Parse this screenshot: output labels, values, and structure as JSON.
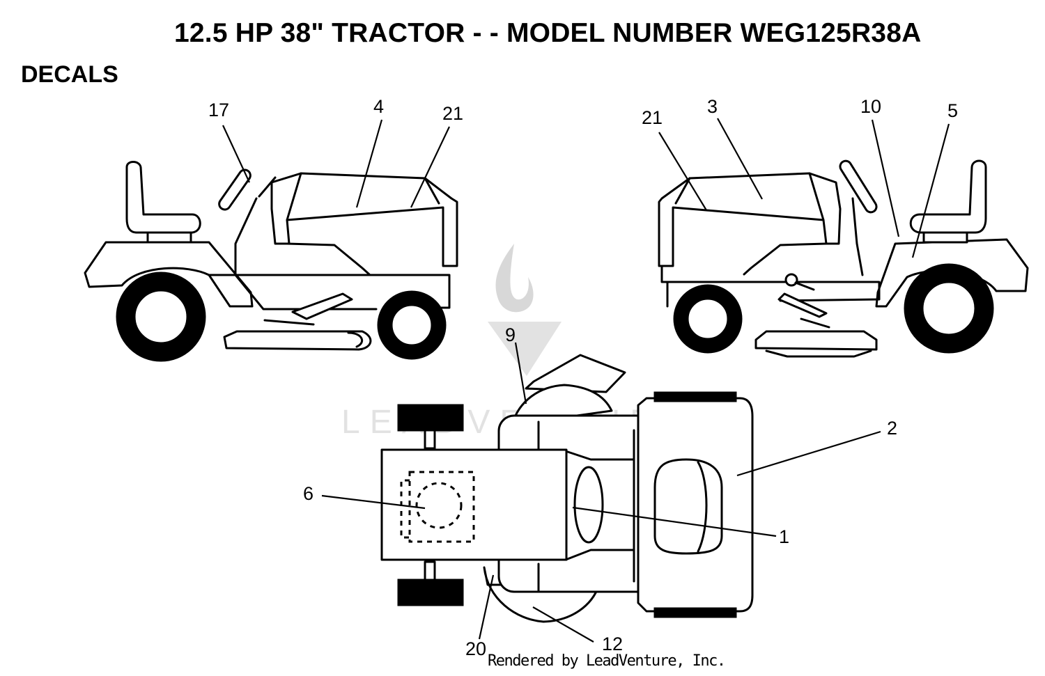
{
  "header": {
    "title": "12.5 HP 38\" TRACTOR - - MODEL NUMBER WEG125R38A",
    "section": "DECALS"
  },
  "callouts": {
    "c1": "1",
    "c2": "2",
    "c3": "3",
    "c4": "4",
    "c5": "5",
    "c6": "6",
    "c9": "9",
    "c10": "10",
    "c12": "12",
    "c17": "17",
    "c20": "20",
    "c21a": "21",
    "c21b": "21"
  },
  "watermark": {
    "text": "LEADVENTURE"
  },
  "footer": {
    "rendered_by": "Rendered by LeadVenture, Inc."
  }
}
